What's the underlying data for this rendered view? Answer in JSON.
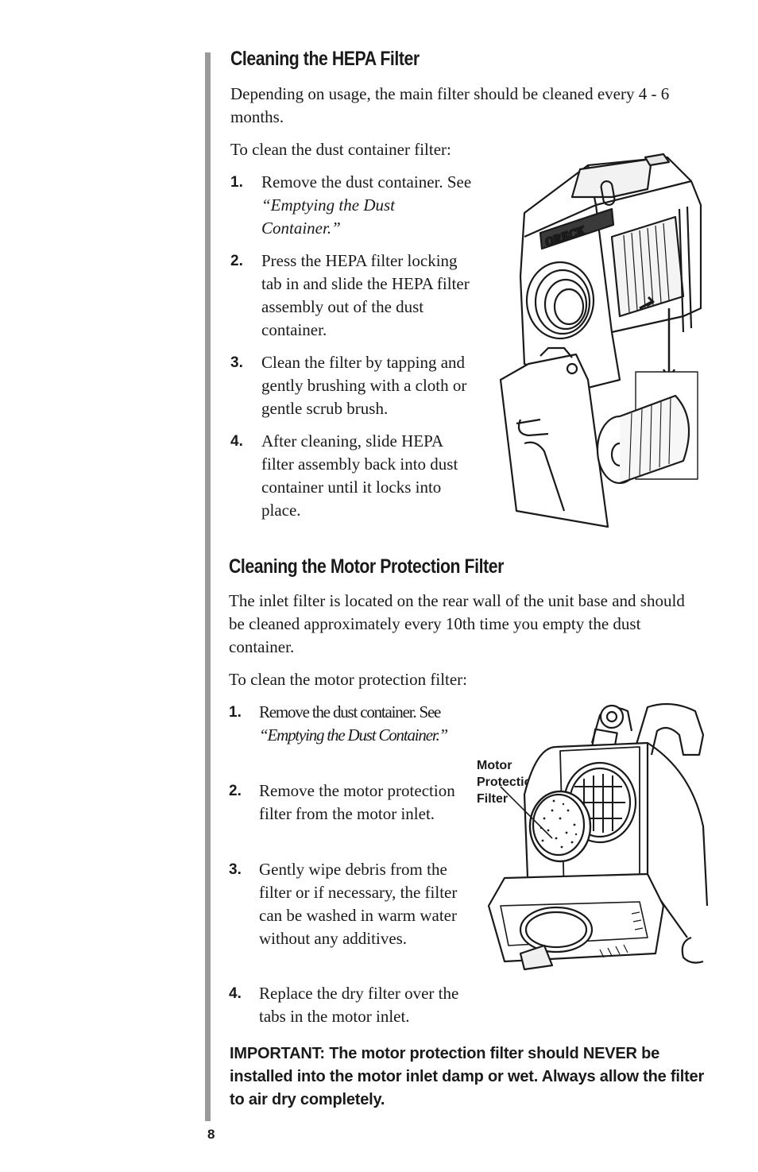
{
  "page_number": "8",
  "hepa_section": {
    "heading": "Cleaning the HEPA Filter",
    "intro": "Depending on usage, the main filter should be cleaned every 4 - 6 months.",
    "lead_in": "To clean the dust container filter:",
    "steps": [
      {
        "number": "1.",
        "text": "Remove the dust container. See ",
        "ref": "“Emptying the Dust Container.”"
      },
      {
        "number": "2.",
        "text": "Press the HEPA filter locking tab in and slide the HEPA filter assembly out of the dust container."
      },
      {
        "number": "3.",
        "text": "Clean the filter by tapping and gently brushing with a cloth or gentle scrub brush."
      },
      {
        "number": "4.",
        "text": "After cleaning, slide HEPA filter assembly back into dust container until it locks into place."
      }
    ],
    "illustration": {
      "brand_text": "ORECK"
    }
  },
  "motor_section": {
    "heading": "Cleaning the Motor Protection Filter",
    "intro": "The inlet filter is located on the rear wall of the unit base and should be cleaned approximately every 10th time you empty the dust container.",
    "lead_in": "To clean the motor protection filter:",
    "steps": [
      {
        "number": "1.",
        "text": "Remove the dust container. See ",
        "ref": "“Emptying the Dust Container.”"
      },
      {
        "number": "2.",
        "text": "Remove the motor protection filter from the motor inlet."
      },
      {
        "number": "3.",
        "text": "Gently wipe debris from the filter or if necessary, the filter can be washed in warm water without any additives."
      },
      {
        "number": "4.",
        "text": "Replace the dry filter over the tabs in the motor inlet."
      }
    ],
    "callout": {
      "line1": "Motor",
      "line2": "Protection",
      "line3": "Filter"
    },
    "important": "IMPORTANT: The motor protection filter should NEVER be installed into the motor inlet damp or wet. Always allow the filter to air dry completely."
  }
}
